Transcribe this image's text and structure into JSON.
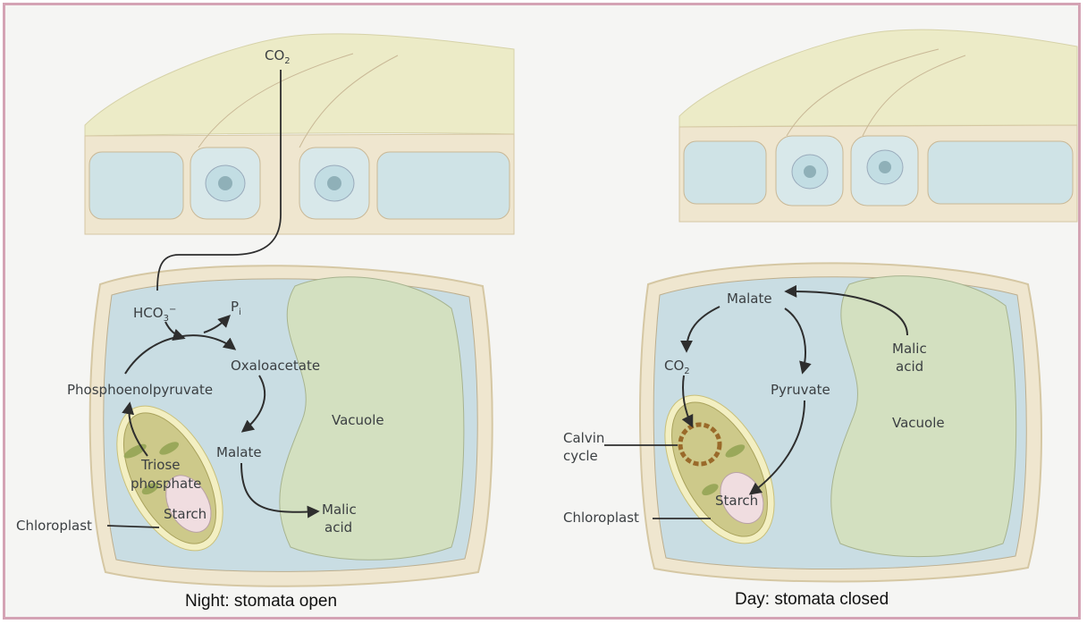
{
  "night": {
    "caption": "Night: stomata open",
    "co2_top": "CO",
    "co2_sub": "2",
    "hco3": "HCO",
    "hco3_sub": "3",
    "hco3_sup": "−",
    "pi": "P",
    "pi_sub": "i",
    "oxaloacetate": "Oxaloacetate",
    "pep": "Phosphoenolpyruvate",
    "malate": "Malate",
    "vacuole": "Vacuole",
    "triose_1": "Triose",
    "triose_2": "phosphate",
    "starch": "Starch",
    "malic_1": "Malic",
    "malic_2": "acid",
    "chloroplast": "Chloroplast"
  },
  "day": {
    "caption": "Day: stomata closed",
    "malate": "Malate",
    "malic_1": "Malic",
    "malic_2": "acid",
    "co2": "CO",
    "co2_sub": "2",
    "pyruvate": "Pyruvate",
    "vacuole": "Vacuole",
    "calvin_1": "Calvin",
    "calvin_2": "cycle",
    "starch": "Starch",
    "chloroplast": "Chloroplast"
  },
  "colors": {
    "frame_border": "#d4a3b4",
    "cell_wall": "#efe6cf",
    "cytoplasm": "#c9dde3",
    "vacuole": "#d3e0c0",
    "chloroplast": "#cdc98a",
    "starch": "#f0dde0",
    "epidermis_top": "#ecebc7",
    "epidermis_cells": "#cfe3e6"
  }
}
